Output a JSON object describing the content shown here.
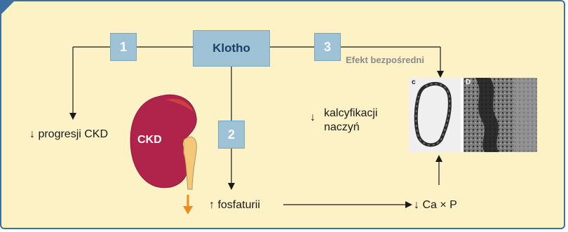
{
  "nodes": {
    "klotho": "Klotho",
    "step1": "1",
    "step2": "2",
    "step3": "3",
    "direct_effect": "Efekt bezpośredni",
    "progression": "↓ progresji CKD",
    "ckd": "CKD",
    "calcification_line1": "kalcyfikacji",
    "calcification_line2": "naczyń",
    "calcification_arrow": "↓",
    "phosphaturia": "↑ fosfaturii",
    "ca_p": "↓ Ca × P",
    "panel_c": "c",
    "panel_d": "D"
  },
  "colors": {
    "background": "#fdf1c6",
    "frame": "#3d6fa3",
    "box": "#9fc3d6",
    "kidney": "#b0234a",
    "ureter": "#f3c878",
    "orange_arrow": "#ee8a1e",
    "direct_effect_text": "#8a8a8a"
  }
}
